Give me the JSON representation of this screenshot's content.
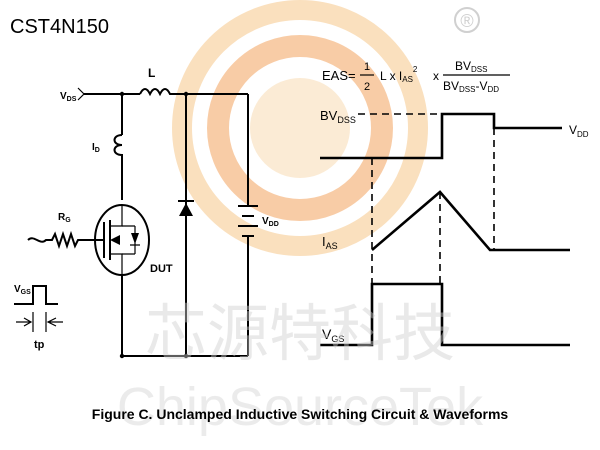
{
  "header": {
    "part_number": "CST4N150"
  },
  "watermark": {
    "chinese": "芯源特科技",
    "brand": "ChipSourceTek",
    "registered_mark": "®",
    "logo_colors": [
      "#f6c78a",
      "#f3a35f",
      "#f8dcb4"
    ]
  },
  "circuit": {
    "vds_label": "V",
    "vds_sub": "DS",
    "inductor_label": "L",
    "id_label": "I",
    "id_sub": "D",
    "rg_label": "R",
    "rg_sub": "G",
    "dut_label": "DUT",
    "vdd_label": "V",
    "vdd_sub": "DD",
    "vgs_label": "V",
    "vgs_sub": "GS",
    "tp_label": "tp"
  },
  "waveforms": {
    "formula": {
      "lhs": "EAS=",
      "num1": "1",
      "den1": "2",
      "mid": "L x I",
      "mid_sub": "AS",
      "mid_sup": "2",
      "times": "x",
      "num2": "BV",
      "num2_sub": "DSS",
      "den2a": "BV",
      "den2a_sub": "DSS",
      "den2b": "-V",
      "den2b_sub": "DD"
    },
    "bvdss_label": "BV",
    "bvdss_sub": "DSS",
    "vdd_label": "V",
    "vdd_sub": "DD",
    "ias_label": "I",
    "ias_sub": "AS",
    "vgs_label": "V",
    "vgs_sub": "GS"
  },
  "caption": "Figure C. Unclamped Inductive Switching Circuit & Waveforms"
}
